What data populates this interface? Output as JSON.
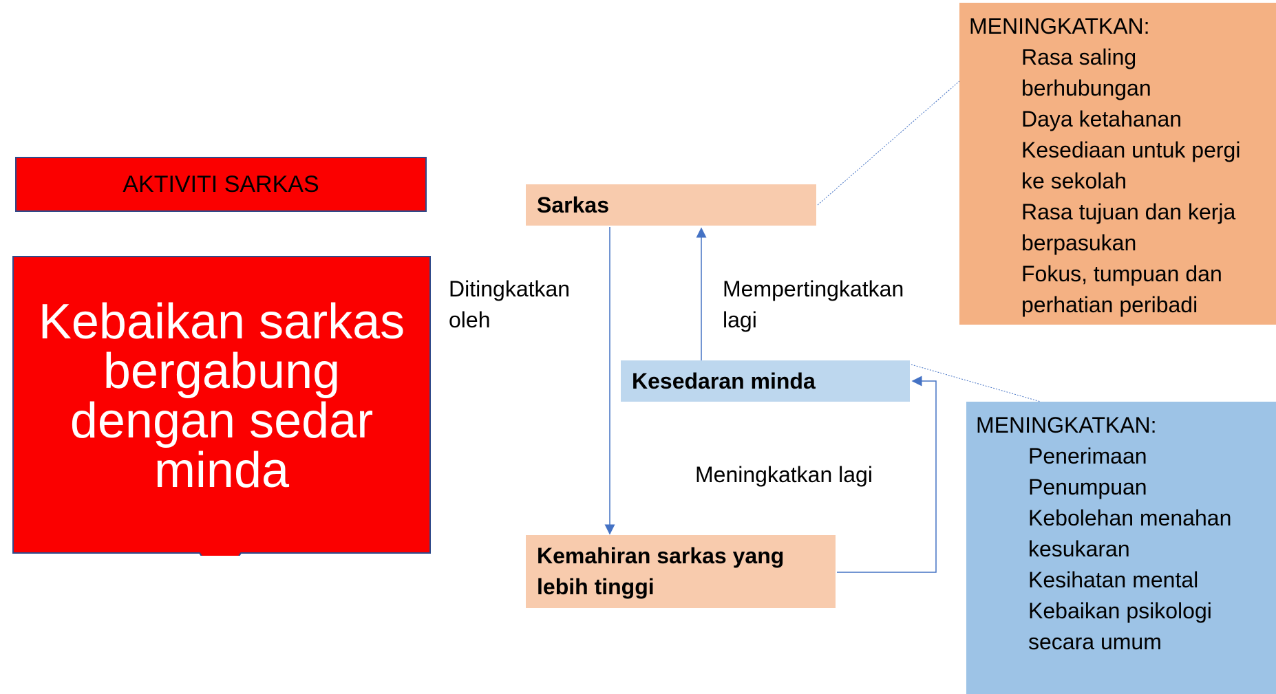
{
  "title_box": {
    "label": "AKTIVITI SARKAS"
  },
  "callout": {
    "text": "Kebaikan sarkas\nbergabung\ndengan sedar\nminda"
  },
  "nodes": {
    "sarkas": "Sarkas",
    "kesedaran": "Kesedaran minda",
    "kemahiran": "Kemahiran sarkas yang\nlebih tinggi"
  },
  "edge_labels": {
    "ditingkatkan": "Ditingkatkan\noleh",
    "mempertingkatkan": "Mempertingkatkan\nlagi",
    "meningkatkan_lagi": "Meningkatkan lagi"
  },
  "panel_orange": {
    "heading": "MENINGKATKAN:",
    "items": [
      "Rasa saling",
      "berhubungan",
      "Daya ketahanan",
      "Kesediaan untuk pergi",
      "ke sekolah",
      "Rasa tujuan dan kerja",
      "berpasukan",
      "Fokus, tumpuan dan",
      "perhatian peribadi"
    ]
  },
  "panel_blue": {
    "heading": "MENINGKATKAN:",
    "items": [
      "Penerimaan",
      "Penumpuan",
      "Kebolehan menahan",
      "kesukaran",
      "Kesihatan mental",
      "Kebaikan psikologi",
      "secara umum"
    ]
  },
  "colors": {
    "red": "#fb0000",
    "peach": "#f8cbad",
    "light_blue": "#bdd7ee",
    "orange_panel": "#f4b183",
    "blue_panel": "#9dc3e6",
    "connector": "#4472c4"
  }
}
